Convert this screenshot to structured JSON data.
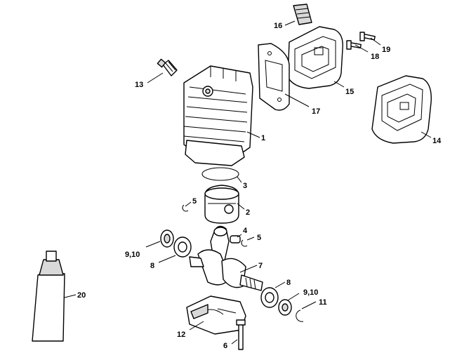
{
  "callouts": {
    "c1": "1",
    "c2": "2",
    "c3": "3",
    "c4": "4",
    "c5a": "5",
    "c5b": "5",
    "c6": "6",
    "c7": "7",
    "c8a": "8",
    "c8b": "8",
    "c910a": "9,10",
    "c910b": "9,10",
    "c11": "11",
    "c12": "12",
    "c13": "13",
    "c14": "14",
    "c15": "15",
    "c16": "16",
    "c17": "17",
    "c18": "18",
    "c19": "19",
    "c20": "20"
  },
  "colors": {
    "line": "#000000",
    "background": "#ffffff",
    "shade": "#d9d9d9"
  }
}
